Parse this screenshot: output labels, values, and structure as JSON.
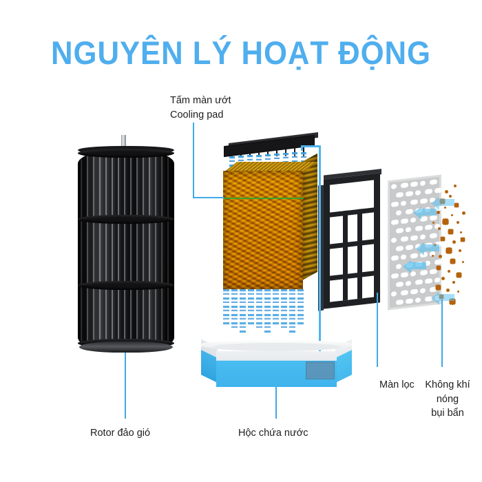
{
  "page": {
    "title": "NGUYÊN LÝ HOẠT ĐỘNG",
    "title_color": "#4FAEEE",
    "background": "#ffffff",
    "label_color": "#1d1d1d",
    "leader_line_color": "#3FA9E8"
  },
  "diagram": {
    "type": "evaporative-air-cooler-working-principle",
    "labels": [
      {
        "id": "cooling-pad",
        "text_vi": "Tấm màn ướt",
        "text_en": "Cooling pad",
        "full": "Tấm màn ướt\nCooling pad",
        "position": "top-center",
        "leader": "down-then-right-to-pad"
      },
      {
        "id": "rotor",
        "text_vi": "Rotor đảo gió",
        "full": "Rotor đảo gió",
        "position": "bottom-left",
        "leader": "up-to-rotor"
      },
      {
        "id": "water-tank",
        "text_vi": "Hộc chứa nước",
        "full": "Hộc chứa nước",
        "position": "bottom-center",
        "leader": "up-to-tank"
      },
      {
        "id": "filter-screen",
        "text_vi": "Màn lọc",
        "full": "Màn lọc",
        "position": "bottom-right",
        "leader": "up-to-filter"
      },
      {
        "id": "hot-dusty-air",
        "text_vi": "Không khí nóng bụi bẩn",
        "full": "Không khí\nnóng\nbụi bẩn",
        "position": "bottom-far-right",
        "leader": "up-to-mesh"
      }
    ],
    "components": {
      "rotor": {
        "name": "Rotor đảo gió",
        "shape": "cross-flow cylindrical blower",
        "color": "#141416",
        "blade_count": 28,
        "ring_count": 4,
        "has_shaft": true
      },
      "cooling_pad": {
        "name": "Tấm màn ướt / Cooling pad",
        "shape": "corrugated honeycomb block",
        "color": "#b8860b",
        "highlight_line_color": "#2fa832",
        "water_bar_color": "#161618",
        "nozzle_count": 9,
        "drip_color": "#3ca0e1"
      },
      "water_tank": {
        "name": "Hộc chứa nước",
        "water_color": "#3fb3ec",
        "rim_color": "#eef1f3",
        "pump_color": "#5d93b8"
      },
      "filter_screen": {
        "name": "Màn lọc",
        "frame_color": "#1f2023",
        "grid_rows": 3,
        "grid_cols": 3,
        "has_top_full_cell": true
      },
      "dust_mesh": {
        "name": "Không khí nóng bụi bẩn",
        "mesh_color": "#c9cacb",
        "hole_color": "#ffffff",
        "dust_color": "#b5620e",
        "air_arrow_color": "#5ec1f0",
        "arrow_direction": "right-to-left"
      },
      "water_pipe": {
        "color": "#4FB3EE",
        "path": "pump-in-tank to distribution-bar"
      }
    }
  }
}
